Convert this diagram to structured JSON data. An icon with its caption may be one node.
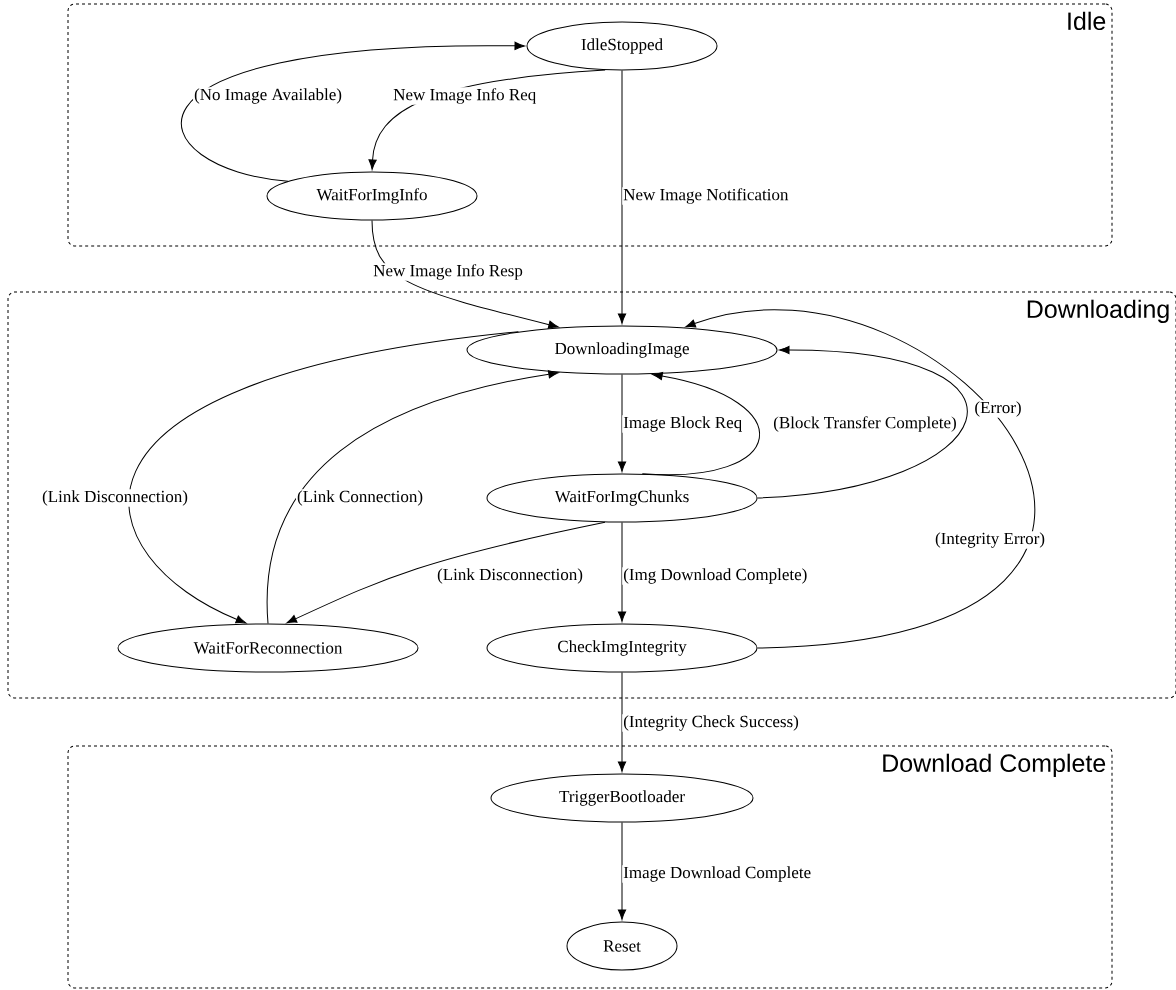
{
  "diagram": {
    "nodes": [
      {
        "text": [
          "Idle"
        ]
      },
      {
        "text": [
          "IdleStopped"
        ],
        "in": 0
      },
      {
        "text": [
          "WaitForImgInfo"
        ],
        "in": 0
      },
      {
        "text": [
          "Downloading"
        ]
      },
      {
        "text": [
          "DownloadingImage"
        ],
        "in": 3
      },
      {
        "text": [
          "WaitForImgChunks"
        ],
        "in": 3
      },
      {
        "text": [
          "WaitForReconnection"
        ],
        "in": 3
      },
      {
        "text": [
          "CheckImgIntegrity"
        ],
        "in": 3
      },
      {
        "text": [
          "Download Complete"
        ]
      },
      {
        "text": [
          "TriggerBootloader"
        ],
        "in": 8
      },
      {
        "text": [
          "Reset"
        ],
        "in": 8
      }
    ],
    "edges": [
      {
        "from": 2,
        "to": 1,
        "arrow": "to",
        "label": "(No Image Available)"
      },
      {
        "from": 1,
        "to": 2,
        "arrow": "to",
        "label": "New Image Info Req"
      },
      {
        "from": 1,
        "to": 4,
        "arrow": "to",
        "label": "New Image Notification"
      },
      {
        "from": 2,
        "to": 4,
        "arrow": "to",
        "label": "New Image Info Resp"
      },
      {
        "from": 4,
        "to": 5,
        "arrow": "to",
        "label": "Image Block Req"
      },
      {
        "from": 5,
        "to": 4,
        "arrow": "to",
        "label": "(Block Transfer Complete)"
      },
      {
        "from": 5,
        "to": 4,
        "arrow": "to",
        "label": "(Error)"
      },
      {
        "from": 4,
        "to": 6,
        "arrow": "to",
        "label": "(Link Disconnection)"
      },
      {
        "from": 6,
        "to": 4,
        "arrow": "to",
        "label": "(Link Connection)"
      },
      {
        "from": 5,
        "to": 6,
        "arrow": "to",
        "label": "(Link Disconnection)"
      },
      {
        "from": 5,
        "to": 7,
        "arrow": "to",
        "label": "(Img Download Complete)"
      },
      {
        "from": 7,
        "to": 4,
        "arrow": "to",
        "label": "(Integrity Error)"
      },
      {
        "from": 7,
        "to": 9,
        "arrow": "to",
        "label": "(Integrity Check Success)"
      },
      {
        "from": 9,
        "to": 10,
        "arrow": "to",
        "label": "Image Download Complete"
      }
    ]
  }
}
